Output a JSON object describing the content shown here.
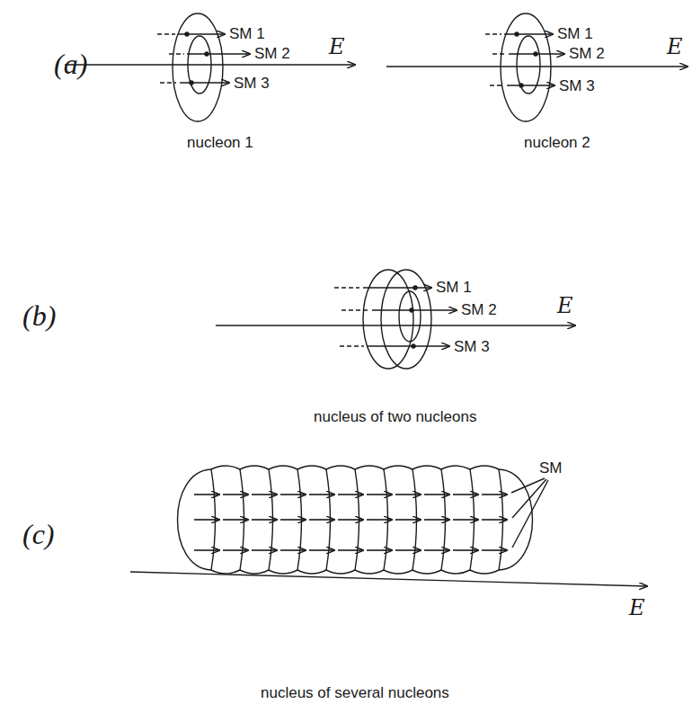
{
  "diagram": {
    "labels": [
      "(a)",
      "SM 1",
      "SM 2",
      "SM 3",
      "E",
      "nucleon 1",
      "SM 1",
      "SM 2",
      "SM 3",
      "E",
      "nucleon 2",
      "(b)",
      "SM 1",
      "SM 2",
      "SM 3",
      "E",
      "nucleus of two nucleons",
      "(c)",
      "SM",
      "E",
      "nucleus of several nucleons"
    ]
  }
}
